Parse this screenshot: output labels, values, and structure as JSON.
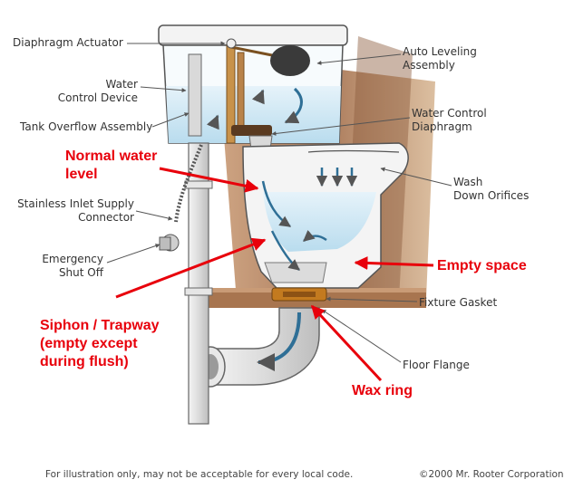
{
  "labels": {
    "diaphragm_actuator": "Diaphragm Actuator",
    "water_control_device_1": "Water",
    "water_control_device_2": "Control Device",
    "tank_overflow": "Tank Overflow Assembly",
    "stainless_inlet_1": "Stainless Inlet Supply",
    "stainless_inlet_2": "Connector",
    "emergency_1": "Emergency",
    "emergency_2": "Shut Off",
    "auto_leveling_1": "Auto Leveling",
    "auto_leveling_2": "Assembly",
    "water_control_diaphragm_1": "Water Control",
    "water_control_diaphragm_2": "Diaphragm",
    "wash_down_1": "Wash",
    "wash_down_2": "Down Orifices",
    "fixture_gasket": "Fixture Gasket",
    "floor_flange": "Floor Flange"
  },
  "annotations": {
    "normal_water_1": "Normal water",
    "normal_water_2": "level",
    "empty_space": "Empty space",
    "siphon_1": "Siphon / Trapway",
    "siphon_2": "(empty except",
    "siphon_3": "during flush)",
    "wax_ring": "Wax ring"
  },
  "footer": {
    "disclaimer": "For illustration only, may not be acceptable for every local code.",
    "copyright": "©2000 Mr. Rooter Corporation"
  },
  "colors": {
    "annotation_red": "#e8000b",
    "water_blue": "#c9e4f2",
    "wall_brown": "#8b5a3c",
    "flow_arrow": "#2f6f96"
  }
}
